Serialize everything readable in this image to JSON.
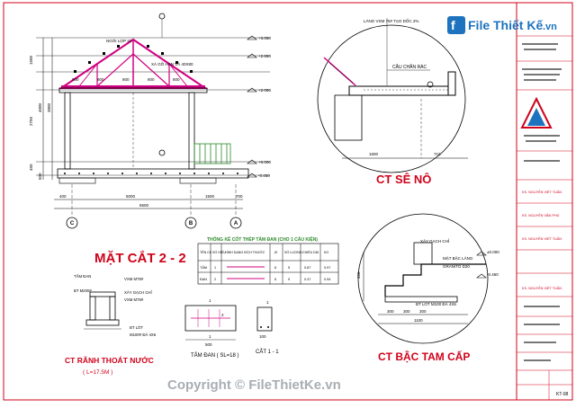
{
  "watermark_logo": {
    "brand": "File Thiết Kế",
    "domain": ".vn"
  },
  "watermark_copyright": "Copyright © FileThietKe.vn",
  "main_section": {
    "title": "MẶT CẮT 2 - 2",
    "roof_labels": {
      "roof_tile": "NGÓI LỢP 22",
      "purlin": "XÀ GỒ HẠN VÀ 40X80",
      "dims": [
        "800",
        "800",
        "800",
        "800",
        "800"
      ]
    },
    "elevation_marks": [
      "+3.050",
      "+2.650",
      "+2.050",
      "+0.000",
      "-0.450"
    ],
    "left_dims": [
      "1500",
      "2750",
      "4000",
      "3800",
      "450",
      "500"
    ],
    "bottom_dims": {
      "a": "400",
      "b": "5000",
      "c": "1500",
      "d": "700",
      "total": "6500"
    },
    "axes": [
      "C",
      "B",
      "A"
    ]
  },
  "eave_detail": {
    "title": "CT SÊ NÔ",
    "note_top": "LÁNG VXM 75# TẠO DỐC 2%",
    "note_mid": "CẦU CHẮN RÁC",
    "dims": [
      "1600",
      "710"
    ]
  },
  "step_detail": {
    "title": "CT BẬC TAM CẤP",
    "notes": [
      "XÂY GẠCH CHỈ",
      "MẶT BẬC LÁNG",
      "GRANITO D20",
      "BT LÓT M100 ĐÁ 4X6"
    ],
    "marks": [
      "±0.000",
      "-0.450"
    ],
    "dims": [
      "300",
      "300",
      "300",
      "1100",
      "450"
    ]
  },
  "rebar_table": {
    "title": "THỐNG KÊ CỐT THÉP TẤM ĐAN (CHO 1 CẤU KIỆN)",
    "headers": [
      "TÊN CK",
      "SỐ HIỆU",
      "HÌNH DẠNG KÍCH THƯỚC",
      "Ø",
      "SỐ LƯỢNG",
      "CHIỀU DÀI",
      "KG"
    ],
    "rows": [
      [
        "TẤM",
        "1",
        "",
        "6",
        "5",
        "0.87",
        "0.97"
      ],
      [
        "ĐAN",
        "2",
        "",
        "6",
        "9",
        "0.47",
        "0.94"
      ]
    ]
  },
  "drain_detail": {
    "title": "CT RÃNH THOÁT NƯỚC",
    "subtitle": "( L=17.5M )",
    "notes": [
      "TẤM ĐAN",
      "BT M200#",
      "VXM M75#",
      "XÂY GẠCH CHỈ",
      "VXM M75#",
      "BT LÓT",
      "M100# ĐÁ 4X6"
    ]
  },
  "slab_detail": {
    "title": "TẤM ĐAN ( SL=18 )",
    "section_title": "CẮT 1 - 1",
    "marks": [
      "1",
      "2",
      "1",
      "1"
    ],
    "dims": [
      "500",
      "100"
    ]
  },
  "title_block": {
    "rows": [
      "",
      "",
      "",
      "",
      "",
      "",
      "",
      "",
      "",
      "",
      "",
      ""
    ],
    "names": [
      "KS. NGUYỄN VIẾT TUẤN",
      "KS. NGUYỄN VĂN PHÚ",
      "KS. NGUYỄN VIẾT TUẤN",
      "KS. NGUYỄN VIẾT TUẤN"
    ],
    "sheet_no": "KT-08"
  },
  "colors": {
    "frame": "#d0021b",
    "roof": "#d00080",
    "line": "#000000",
    "green": "#2a8a2a",
    "blue_watermark": "#1e73be"
  }
}
